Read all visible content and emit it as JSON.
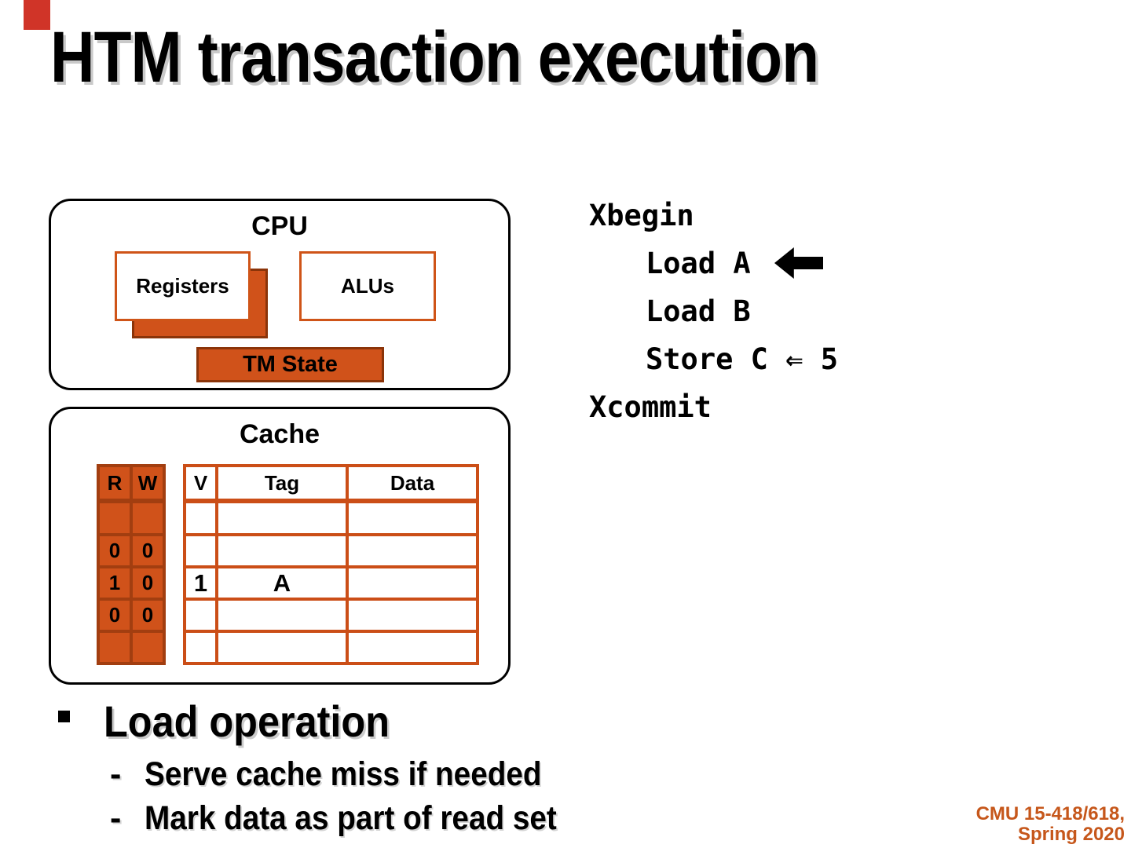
{
  "slide": {
    "title": "HTM transaction execution",
    "footer": {
      "line1": "CMU 15-418/618,",
      "line2": "Spring 2020"
    }
  },
  "cpu": {
    "label": "CPU",
    "registers_label": "Registers",
    "alus_label": "ALUs",
    "tm_state_label": "TM State"
  },
  "cache": {
    "label": "Cache",
    "rw_table": {
      "headers": [
        "R",
        "W"
      ],
      "rows": [
        [
          "",
          ""
        ],
        [
          "0",
          "0"
        ],
        [
          "1",
          "0"
        ],
        [
          "0",
          "0"
        ],
        [
          "",
          ""
        ]
      ]
    },
    "main_table": {
      "headers": [
        "V",
        "Tag",
        "Data"
      ],
      "rows": [
        [
          "",
          "",
          ""
        ],
        [
          "",
          "",
          ""
        ],
        [
          "1",
          "A",
          ""
        ],
        [
          "",
          "",
          ""
        ],
        [
          "",
          "",
          ""
        ]
      ]
    }
  },
  "code": {
    "lines": [
      {
        "text": "Xbegin",
        "indent": 0,
        "marker": ""
      },
      {
        "text": "Load A",
        "indent": 1,
        "marker": "left-arrow"
      },
      {
        "text": "Load B",
        "indent": 1,
        "marker": ""
      },
      {
        "text": "Store C ⇐ 5",
        "indent": 1,
        "marker": ""
      },
      {
        "text": "Xcommit",
        "indent": 0,
        "marker": ""
      }
    ]
  },
  "bullets": {
    "main": "Load operation",
    "sub": [
      "Serve cache miss if needed",
      "Mark data as part of read set"
    ]
  },
  "colors": {
    "accent_orange": "#d0521a",
    "main_table_border": "#cb4e17",
    "dark_border": "#8b3409",
    "rw_border": "#a23e10",
    "footer_orange": "#c6571b",
    "red_marker": "#d03428"
  }
}
